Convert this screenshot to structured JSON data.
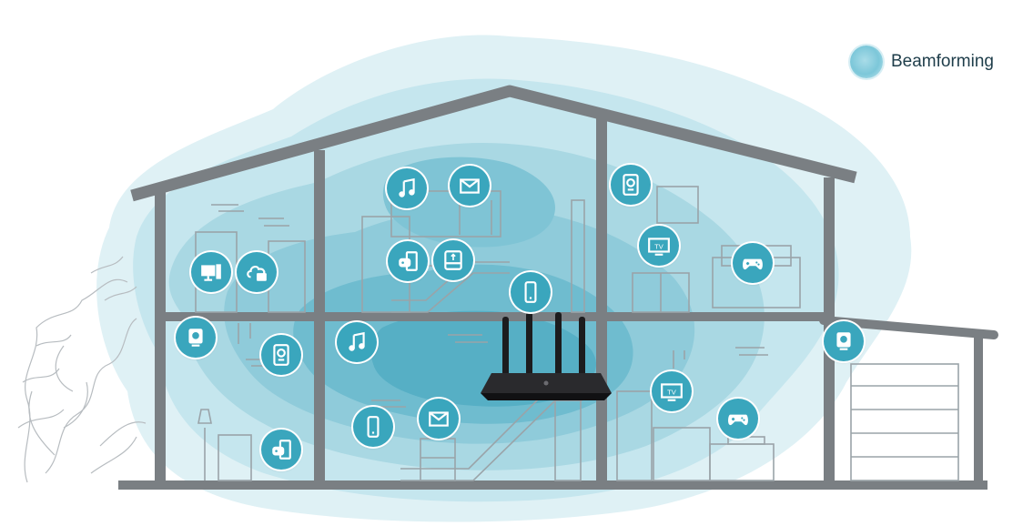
{
  "legend": {
    "label": "Beamforming",
    "icon": "coverage-swatch-icon"
  },
  "colors": {
    "coverage_light": "#d8eff4",
    "coverage_mid": "#a9d8e3",
    "coverage_dark": "#5cb3c8",
    "device_fill": "#3aa6bd",
    "wall": "#7a7f83",
    "line": "#9aa3a8",
    "router": "#1c1c1e"
  },
  "devices": [
    {
      "name": "music-icon",
      "room": "upper-middle"
    },
    {
      "name": "mail-icon",
      "room": "upper-middle"
    },
    {
      "name": "game-console-icon",
      "room": "upper-middle"
    },
    {
      "name": "usb-drive-icon",
      "room": "upper-middle"
    },
    {
      "name": "smartphone-icon",
      "room": "upper-middle"
    },
    {
      "name": "desktop-icon",
      "room": "upper-left"
    },
    {
      "name": "cloud-icon",
      "room": "upper-left"
    },
    {
      "name": "speaker-icon",
      "room": "upper-right"
    },
    {
      "name": "tv-icon",
      "room": "upper-right"
    },
    {
      "name": "gamepad-icon",
      "room": "upper-right"
    },
    {
      "name": "camera-icon",
      "room": "lower-left"
    },
    {
      "name": "speaker-icon",
      "room": "lower-left"
    },
    {
      "name": "game-console-icon",
      "room": "lower-left"
    },
    {
      "name": "music-icon",
      "room": "lower-middle"
    },
    {
      "name": "smartphone-icon",
      "room": "lower-middle"
    },
    {
      "name": "mail-icon",
      "room": "lower-middle"
    },
    {
      "name": "tv-icon",
      "room": "lower-right"
    },
    {
      "name": "gamepad-icon",
      "room": "lower-right"
    },
    {
      "name": "camera-icon",
      "room": "garage"
    }
  ]
}
